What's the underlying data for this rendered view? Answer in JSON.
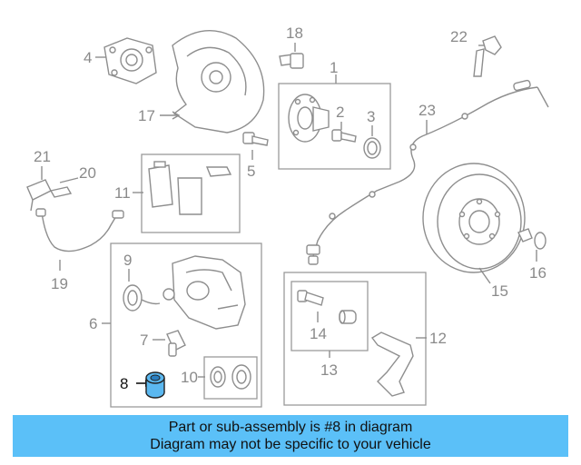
{
  "labels": {
    "p1": "1",
    "p2": "2",
    "p3": "3",
    "p4": "4",
    "p5": "5",
    "p6": "6",
    "p7": "7",
    "p8": "8",
    "p9": "9",
    "p10": "10",
    "p11": "11",
    "p12": "12",
    "p13": "13",
    "p14": "14",
    "p15": "15",
    "p16": "16",
    "p17": "17",
    "p18": "18",
    "p19": "19",
    "p20": "20",
    "p21": "21",
    "p22": "22",
    "p23": "23"
  },
  "highlight": {
    "part": "8",
    "color": "#5bb8f0"
  },
  "banner": {
    "line1": "Part or sub-assembly is #8 in diagram",
    "line2": "Diagram may not be specific to your vehicle",
    "background": "#5bc0f8"
  }
}
